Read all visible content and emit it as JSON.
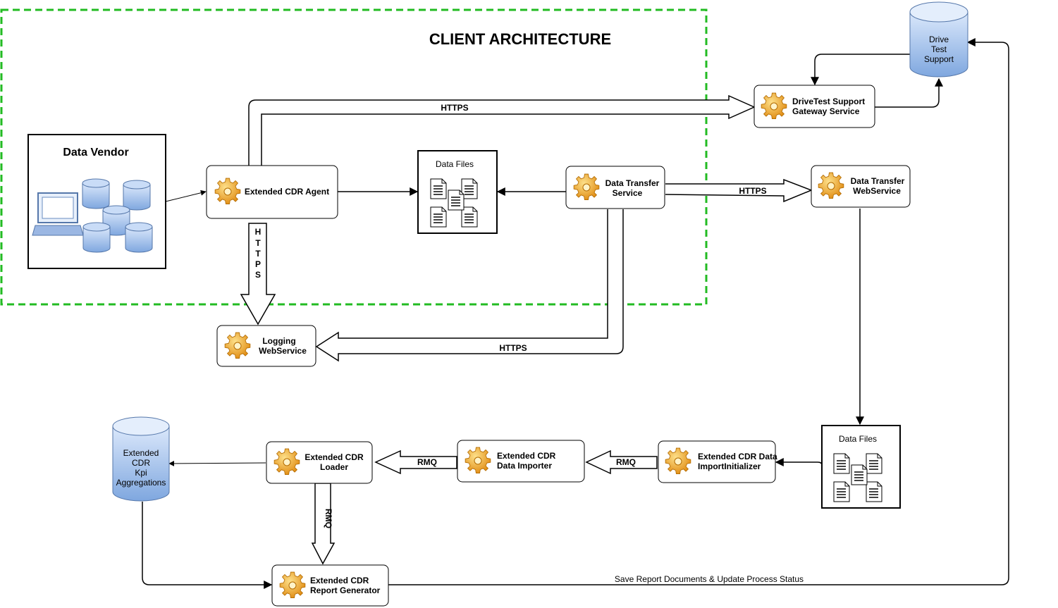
{
  "title": "CLIENT ARCHITECTURE",
  "data_vendor": {
    "label": "Data Vendor"
  },
  "services": {
    "extended_cdr_agent": [
      "Extended CDR Agent"
    ],
    "data_transfer_service": [
      "Data Transfer",
      "Service"
    ],
    "drivetest_gateway": [
      "DriveTest Support",
      "Gateway Service"
    ],
    "data_transfer_webservice": [
      "Data Transfer",
      "WebService"
    ],
    "logging_webservice": [
      "Logging",
      "WebService"
    ],
    "extended_cdr_import_initializer": [
      "Extended CDR Data",
      "ImportInitializer"
    ],
    "extended_cdr_data_importer": [
      "Extended CDR",
      "Data Importer"
    ],
    "extended_cdr_loader": [
      "Extended CDR",
      "Loader"
    ],
    "extended_cdr_report_generator": [
      "Extended CDR",
      "Report Generator"
    ]
  },
  "data_files": {
    "top": "Data Files",
    "bottom": "Data Files"
  },
  "databases": {
    "drive_test_support": [
      "Drive",
      "Test",
      "Support"
    ],
    "kpi_aggregations": [
      "Extended",
      "CDR",
      "Kpi",
      "Aggregations"
    ]
  },
  "edge_labels": {
    "https_gateway": "HTTPS",
    "https_webservice": "HTTPS",
    "https_logging": "HTTPS",
    "https_vertical": [
      "H",
      "T",
      "T",
      "P",
      "S"
    ],
    "rmq_importer": "RMQ",
    "rmq_loader": "RMQ",
    "rmq_vertical": "RMQ",
    "save_report": "Save Report Documents & Update Process Status"
  },
  "colors": {
    "client_boundary": "#22bb22",
    "database_fill_top": "#dbe8fb",
    "database_fill_bottom": "#7fa7df",
    "gear_fill": "#f2a81d"
  }
}
